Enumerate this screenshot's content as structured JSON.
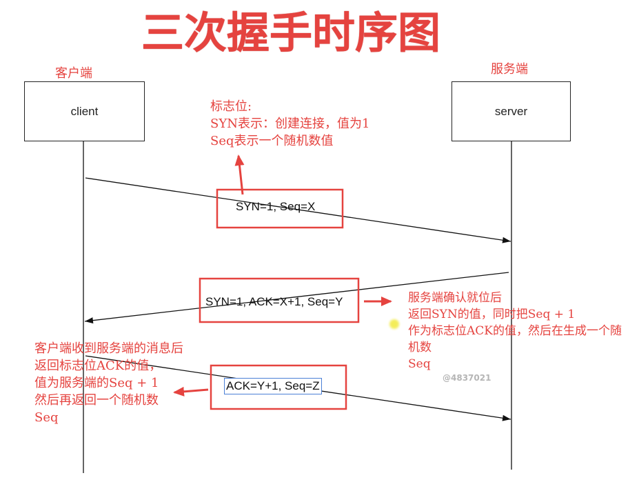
{
  "title": "三次握手时序图",
  "participants": {
    "client": {
      "role_label": "客户端",
      "name": "client"
    },
    "server": {
      "role_label": "服务端",
      "name": "server"
    }
  },
  "messages": [
    {
      "label": "SYN=1, Seq=X"
    },
    {
      "label": "SYN=1, ACK=X+1, Seq=Y"
    },
    {
      "label": "ACK=Y+1, Seq=Z"
    }
  ],
  "notes": {
    "syn_note": [
      "标志位:",
      "SYN表示：创建连接，值为1",
      "Seq表示一个随机数值"
    ],
    "server_note": [
      "服务端确认就位后",
      "返回SYN的值，同时把Seq + 1",
      "作为标志位ACK的值，然后在生成一个随",
      "机数",
      "Seq"
    ],
    "client_note": [
      "客户端收到服务端的消息后",
      "返回标志位ACK的值，",
      "值为服务端的Seq + 1",
      "然后再返回一个随机数",
      "Seq"
    ]
  },
  "watermark": "@4837021",
  "colors": {
    "accent": "#e5433f",
    "line": "#111111",
    "selection": "#4a7fd6",
    "cursor": "#f2ea3c"
  }
}
